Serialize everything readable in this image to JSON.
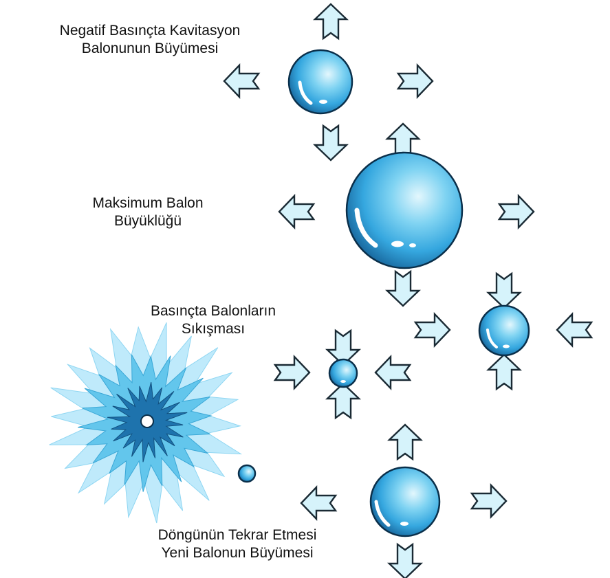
{
  "labels": {
    "growth": {
      "line1": "Negatif Basınçta Kavitasyon",
      "line2": "Balonunun Büyümesi"
    },
    "max": {
      "line1": "Maksimum Balon",
      "line2": "Büyüklüğü"
    },
    "compression": {
      "line1": "Basınçta Balonların",
      "line2": "Sıkışması"
    },
    "repeat": {
      "line1": "Döngünün Tekrar Etmesi",
      "line2": "Yeni Balonun Büyümesi"
    }
  },
  "colors": {
    "bubble_light": "#d8f4fc",
    "bubble_mid": "#5cc4ec",
    "bubble_dark": "#1a7fb6",
    "bubble_edge": "#0a2f4a",
    "arrow_fill": "#d6f3fb",
    "arrow_stroke": "#1a2a34",
    "burst_outer": "#bfeafb",
    "burst_mid": "#63c6ec",
    "burst_inner": "#1e73ad"
  }
}
